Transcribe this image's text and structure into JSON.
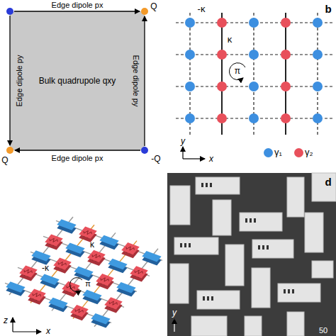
{
  "diagram": {
    "nodes": [
      {
        "text": [
          "Bulk quadrupole qxy"
        ]
      }
    ],
    "labels": [
      "Edge dipole px",
      "Edge dipole py",
      "Edge dipole py",
      "Edge dipole px",
      "Q",
      "Q",
      "-Q",
      "b",
      "-κ",
      "κ",
      "π",
      "y",
      "x",
      "κ",
      "-κ",
      "π",
      "z",
      "x",
      "d",
      "y",
      "50"
    ],
    "legend": [
      {
        "text": "γ₁",
        "color": "#3d8fe0"
      },
      {
        "text": "γ₂",
        "color": "#e8505b"
      }
    ]
  }
}
